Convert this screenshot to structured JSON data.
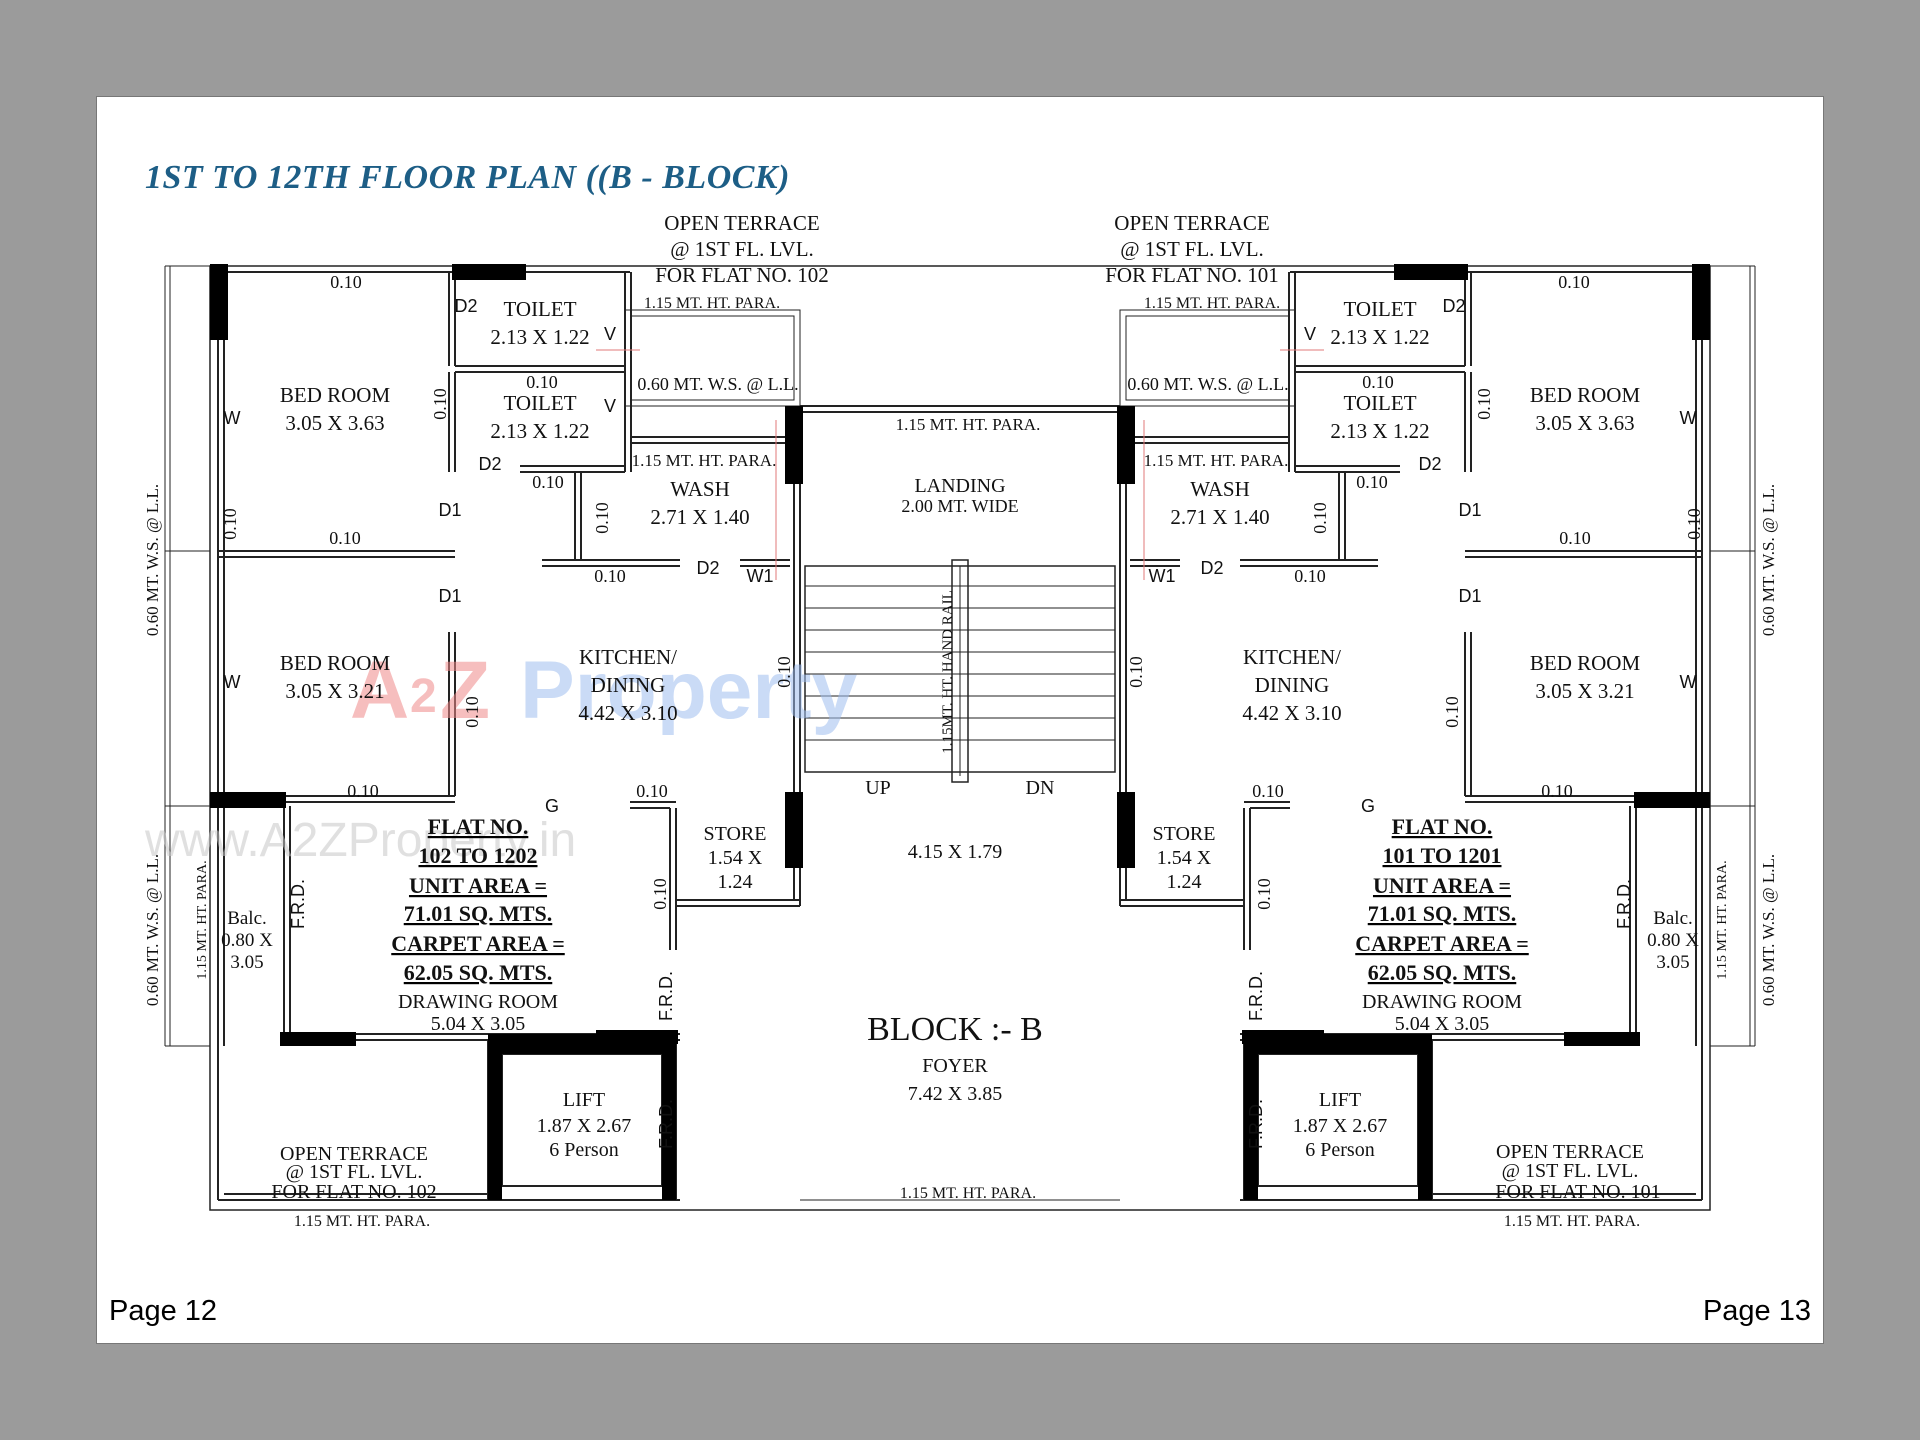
{
  "header": {
    "title": "1ST TO 12TH FLOOR PLAN ((B - BLOCK)"
  },
  "footer": {
    "left_page": "Page 12",
    "right_page": "Page 13"
  },
  "watermark": {
    "logo_a": "A",
    "logo_2": "2",
    "logo_z": "Z",
    "logo_property": "Property",
    "url": "www.A2ZProperty.in"
  },
  "center": {
    "block": "BLOCK :- B",
    "foyer": "FOYER",
    "foyer_size": "7.42 X 3.85",
    "landing": "LANDING",
    "landing_width": "2.00 MT. WIDE",
    "lobby_size": "4.15 X 1.79",
    "up": "UP",
    "dn": "DN",
    "handrail": "1.15MT. HT. HAND RAIL",
    "para_top": "1.15 MT. HT. PARA.",
    "para_bottom": "1.15 MT. HT. PARA."
  },
  "left_flat": {
    "terrace_top": [
      "OPEN TERRACE",
      "@ 1ST FL. LVL.",
      "FOR FLAT NO. 102"
    ],
    "para_top": "1.15 MT. HT. PARA.",
    "ws_top": "0.60 MT. W.S. @ L.L.",
    "para_mid": "1.15 MT. HT. PARA.",
    "bed1": "BED ROOM",
    "bed1_size": "3.05 X 3.63",
    "bed2": "BED ROOM",
    "bed2_size": "3.05 X 3.21",
    "toilet1": "TOILET",
    "toilet1_size": "2.13 X 1.22",
    "toilet2": "TOILET",
    "toilet2_size": "2.13 X 1.22",
    "wash": "WASH",
    "wash_size": "2.71 X 1.40",
    "kitchen": "KITCHEN/",
    "dining": "DINING",
    "kitchen_size": "4.42 X 3.10",
    "store": "STORE",
    "store_size_a": "1.54 X",
    "store_size_b": "1.24",
    "flat_no": "FLAT NO.",
    "flat_range": "102 TO 1202",
    "unit_area": "UNIT AREA =",
    "unit_value": "71.01 SQ. MTS.",
    "carpet_area": "CARPET AREA =",
    "carpet_value": "62.05 SQ. MTS.",
    "drawing": "DRAWING ROOM",
    "drawing_size": "5.04 X 3.05",
    "balc": "Balc.",
    "balc_size_a": "0.80 X",
    "balc_size_b": "3.05",
    "lift": "LIFT",
    "lift_size": "1.87 X 2.67",
    "lift_cap": "6 Person",
    "terrace_bottom": [
      "OPEN TERRACE",
      "@ 1ST FL. LVL.",
      "FOR FLAT NO. 102"
    ],
    "para_bottom": "1.15 MT. HT. PARA.",
    "ws_side_top": "0.60 MT. W.S. @ L.L.",
    "ws_side_bottom": "0.60 MT. W.S. @ L.L.",
    "para_side": "1.15 MT. HT. PARA.",
    "frd": "F.R.D.",
    "dim": "0.10",
    "d1": "D1",
    "d2": "D2",
    "w": "W",
    "w1": "W1",
    "v": "V",
    "g": "G"
  },
  "right_flat": {
    "terrace_top": [
      "OPEN TERRACE",
      "@ 1ST FL. LVL.",
      "FOR FLAT NO. 101"
    ],
    "para_top": "1.15 MT. HT. PARA.",
    "ws_top": "0.60 MT. W.S. @ L.L.",
    "para_mid": "1.15 MT. HT. PARA.",
    "bed1": "BED ROOM",
    "bed1_size": "3.05 X 3.63",
    "bed2": "BED ROOM",
    "bed2_size": "3.05 X 3.21",
    "toilet1": "TOILET",
    "toilet1_size": "2.13 X 1.22",
    "toilet2": "TOILET",
    "toilet2_size": "2.13 X 1.22",
    "wash": "WASH",
    "wash_size": "2.71 X 1.40",
    "kitchen": "KITCHEN/",
    "dining": "DINING",
    "kitchen_size": "4.42 X 3.10",
    "store": "STORE",
    "store_size_a": "1.54 X",
    "store_size_b": "1.24",
    "flat_no": "FLAT NO.",
    "flat_range": "101 TO 1201",
    "unit_area": "UNIT AREA =",
    "unit_value": "71.01 SQ. MTS.",
    "carpet_area": "CARPET AREA =",
    "carpet_value": "62.05 SQ. MTS.",
    "drawing": "DRAWING ROOM",
    "drawing_size": "5.04 X 3.05",
    "balc": "Balc.",
    "balc_size_a": "0.80 X",
    "balc_size_b": "3.05",
    "lift": "LIFT",
    "lift_size": "1.87 X 2.67",
    "lift_cap": "6 Person",
    "terrace_bottom": [
      "OPEN TERRACE",
      "@ 1ST FL. LVL.",
      "FOR FLAT NO. 101"
    ],
    "para_bottom": "1.15 MT. HT. PARA.",
    "ws_side_top": "0.60 MT. W.S. @ L.L.",
    "ws_side_bottom": "0.60 MT. W.S. @ L.L.",
    "para_side": "1.15 MT. HT. PARA.",
    "frd": "F.R.D.",
    "dim": "0.10",
    "d1": "D1",
    "d2": "D2",
    "w": "W",
    "w1": "W1",
    "v": "V",
    "g": "G"
  },
  "colors": {
    "title": "#1d5e86",
    "background": "#9b9b9b",
    "wall": "#000000",
    "watermark_red": "#f2a0a0",
    "watermark_blue": "#a8c4ef",
    "watermark_green": "#b5e3b0",
    "watermark_orange": "#f7d39a"
  }
}
